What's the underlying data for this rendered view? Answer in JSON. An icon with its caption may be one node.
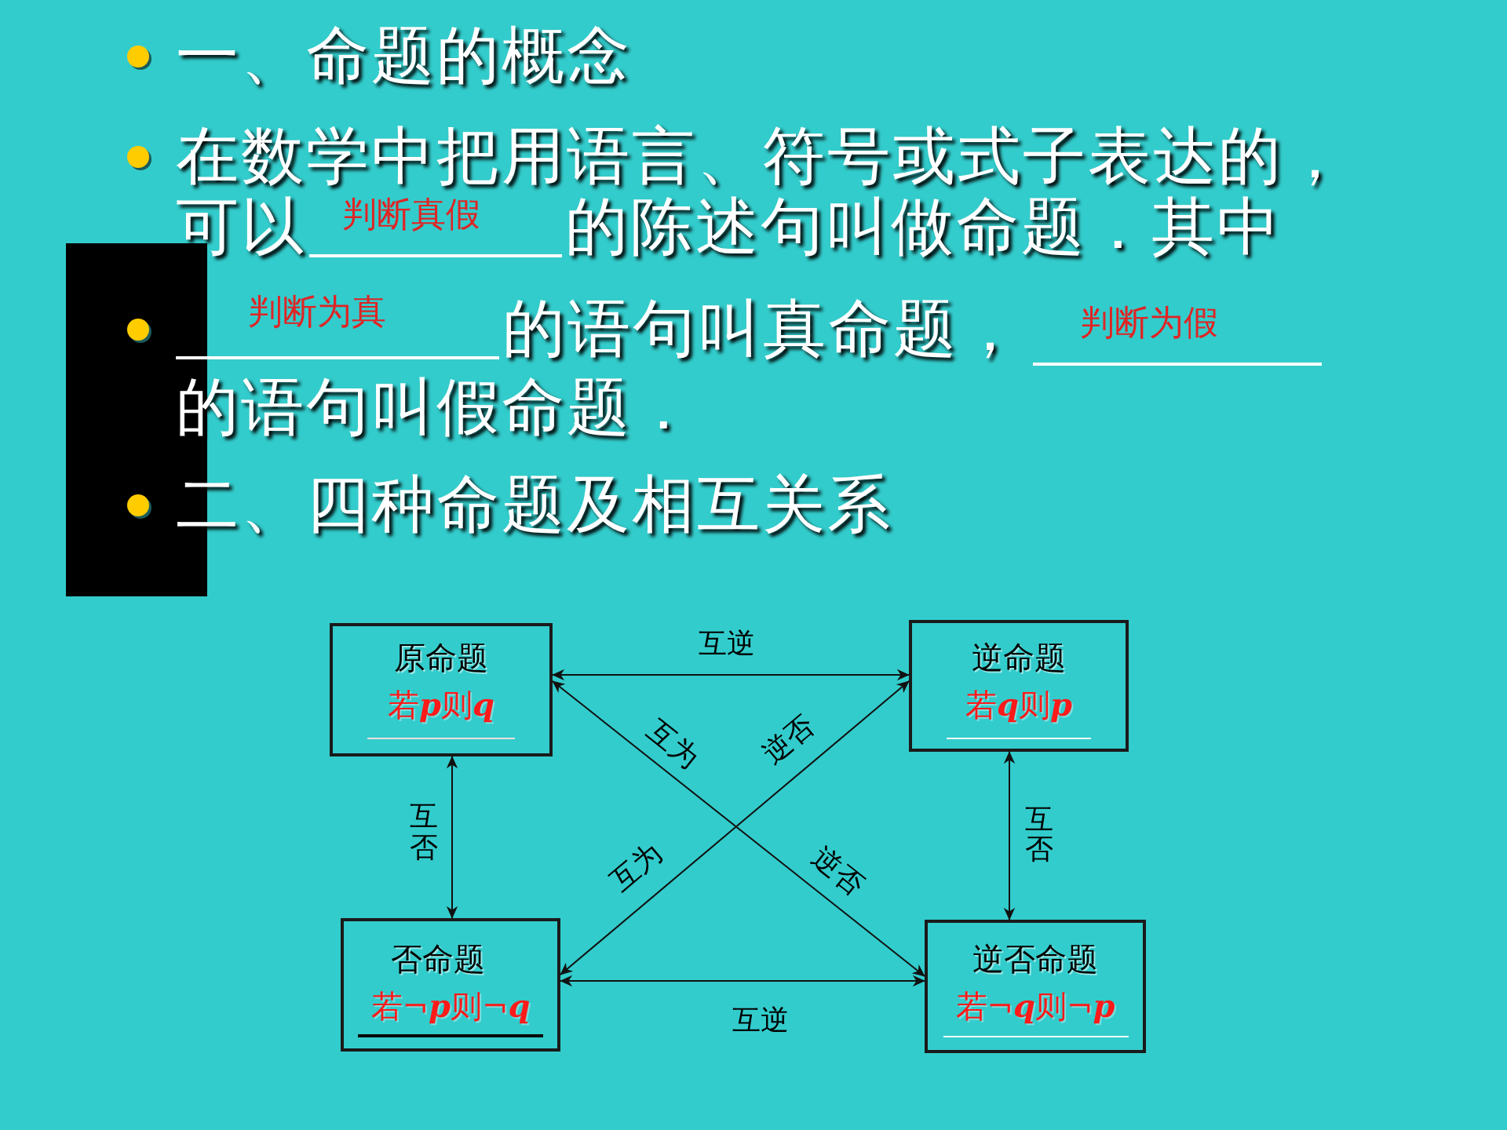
{
  "diagram": {
    "nodes": [
      {
        "text": [
          "原命题",
          "若p则q"
        ]
      },
      {
        "text": [
          "逆命题",
          "若q则p"
        ]
      },
      {
        "text": [
          "否命题",
          "若¬p则¬q"
        ]
      },
      {
        "text": [
          "逆否命题",
          "若¬q则¬p"
        ]
      }
    ],
    "edges": [
      {
        "from": 0,
        "to": 1,
        "arrow": "both",
        "label": "互逆"
      },
      {
        "from": 0,
        "to": 3,
        "arrow": "both",
        "label": "互为"
      },
      {
        "from": 1,
        "to": 2,
        "arrow": "both",
        "label": "逆否"
      },
      {
        "from": 2,
        "to": 3,
        "arrow": "both",
        "label": "互逆"
      },
      {
        "from": 0,
        "to": 2,
        "arrow": "both",
        "label": "互否"
      },
      {
        "from": 1,
        "to": 3,
        "arrow": "both",
        "label": "互否"
      }
    ],
    "labels": [
      "一、命题的概念",
      "在数学中把用语言、符号或式子表达的，",
      "可以",
      "判断真假",
      "的陈述句叫做命题．其中",
      "判断为真",
      "的语句叫真命题，",
      "判断为假",
      "的语句叫假命题．",
      "二、四种命题及相互关系",
      "逆否",
      "互为"
    ]
  }
}
